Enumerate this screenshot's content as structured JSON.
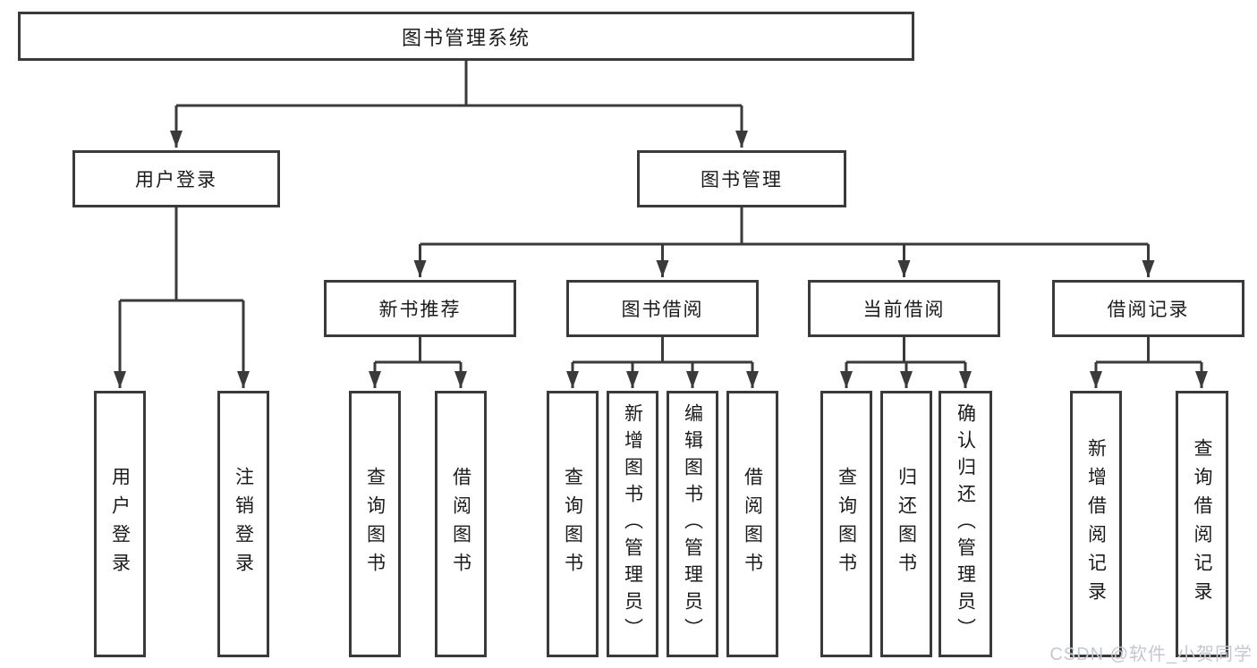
{
  "diagram": {
    "root": {
      "label": "图书管理系统"
    },
    "level2": [
      {
        "label": "用户登录"
      },
      {
        "label": "图书管理"
      }
    ],
    "level3": [
      {
        "label": "新书推荐"
      },
      {
        "label": "图书借阅"
      },
      {
        "label": "当前借阅"
      },
      {
        "label": "借阅记录"
      }
    ],
    "leaves": {
      "user_login": [
        "用户登录",
        "注销登录"
      ],
      "new_books": [
        "查询图书",
        "借阅图书"
      ],
      "book_borrow": [
        "查询图书",
        "新增图书（管理员）",
        "编辑图书（管理员）",
        "借阅图书"
      ],
      "current_borrow": [
        "查询图书",
        "归还图书",
        "确认归还（管理员）"
      ],
      "borrow_records": [
        "新增借阅记录",
        "查询借阅记录"
      ]
    }
  },
  "watermark": {
    "text": "CSDN @软件_小贺同学"
  },
  "colors": {
    "line": "#3a3a3a",
    "text": "#1b1b1b",
    "watermark": "#c4c8d2",
    "background": "#ffffff"
  }
}
